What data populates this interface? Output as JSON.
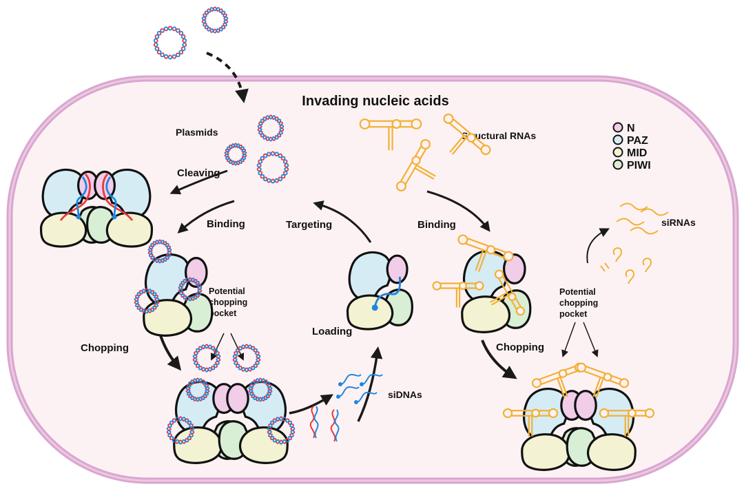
{
  "title": "Invading nucleic acids",
  "labels": {
    "plasmids": "Plasmids",
    "structural_rnas": "Structural RNAs",
    "cleaving": "Cleaving",
    "binding_left": "Binding",
    "binding_right": "Binding",
    "targeting": "Targeting",
    "loading": "Loading",
    "chopping_left": "Chopping",
    "chopping_right": "Chopping",
    "pocket_left": [
      "Potential",
      "chopping",
      "pocket"
    ],
    "pocket_right": [
      "Potential",
      "chopping",
      "pocket"
    ],
    "sidnas": "siDNAs",
    "sirnas": "siRNAs"
  },
  "legend": [
    {
      "label": "N",
      "color": "#f1cde8"
    },
    {
      "label": "PAZ",
      "color": "#d5ecf5"
    },
    {
      "label": "MID",
      "color": "#f3f2d3"
    },
    {
      "label": "PIWI",
      "color": "#d8efd5"
    }
  ],
  "colors": {
    "cell_fill": "#fdf2f3",
    "membrane": "#d9a6cf",
    "membrane_light": "#ecc8e3",
    "dna_red": "#e8393c",
    "dna_blue": "#1f86e0",
    "rna_orange": "#f2b035",
    "outline": "#111111"
  }
}
